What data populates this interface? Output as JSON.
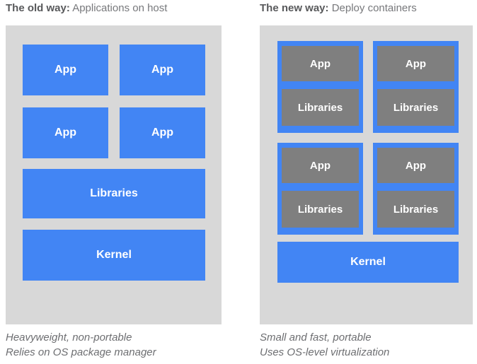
{
  "colors": {
    "blue": "#4285f4",
    "inner_gray": "#7f7f7f",
    "panel_gray": "#d8d8d8",
    "title_bold": "#58595b",
    "title_regular": "#77787b",
    "caption_gray": "#6d6e71",
    "box_text": "#ffffff"
  },
  "left": {
    "title_bold": "The old way:",
    "title_rest": "Applications on host",
    "app_boxes": [
      "App",
      "App",
      "App",
      "App"
    ],
    "libraries_label": "Libraries",
    "kernel_label": "Kernel",
    "caption_line1": "Heavyweight, non-portable",
    "caption_line2": "Relies on OS package manager"
  },
  "right": {
    "title_bold": "The new way:",
    "title_rest": "Deploy containers",
    "containers": [
      {
        "app": "App",
        "libraries": "Libraries"
      },
      {
        "app": "App",
        "libraries": "Libraries"
      },
      {
        "app": "App",
        "libraries": "Libraries"
      },
      {
        "app": "App",
        "libraries": "Libraries"
      }
    ],
    "kernel_label": "Kernel",
    "caption_line1": "Small and fast, portable",
    "caption_line2": "Uses OS-level virtualization"
  }
}
